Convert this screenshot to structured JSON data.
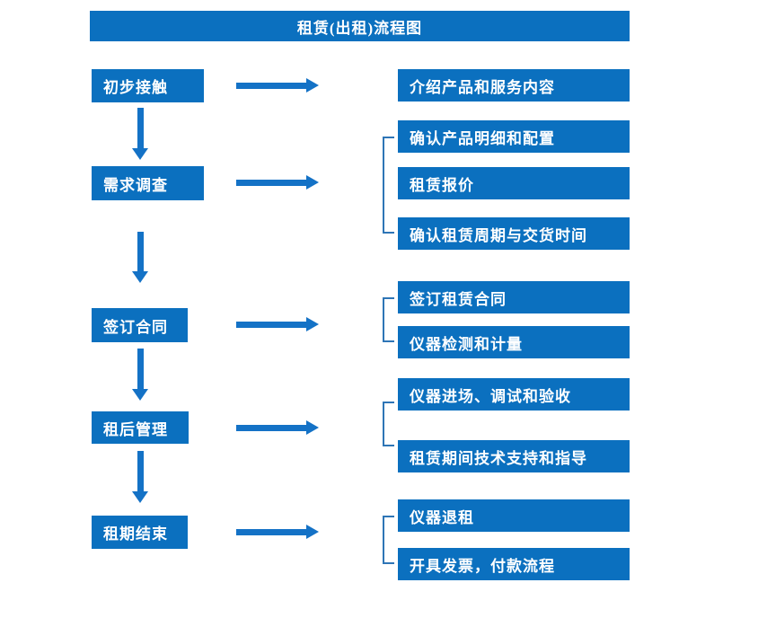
{
  "title": "租赁(出租)流程图",
  "colors": {
    "box_fill": "#0b70bf",
    "arrow_fill": "#1472c6",
    "bracket_line": "#2e75b6",
    "text": "#ffffff",
    "background": "#ffffff"
  },
  "steps": [
    {
      "label": "初步接触",
      "details": [
        "介绍产品和服务内容"
      ]
    },
    {
      "label": "需求调查",
      "details": [
        "确认产品明细和配置",
        "租赁报价",
        "确认租赁周期与交货时间"
      ]
    },
    {
      "label": "签订合同",
      "details": [
        "签订租赁合同",
        "仪器检测和计量"
      ]
    },
    {
      "label": "租后管理",
      "details": [
        "仪器进场、调试和验收",
        "租赁期间技术支持和指导"
      ]
    },
    {
      "label": "租期结束",
      "details": [
        "仪器退租",
        "开具发票，付款流程"
      ]
    }
  ]
}
